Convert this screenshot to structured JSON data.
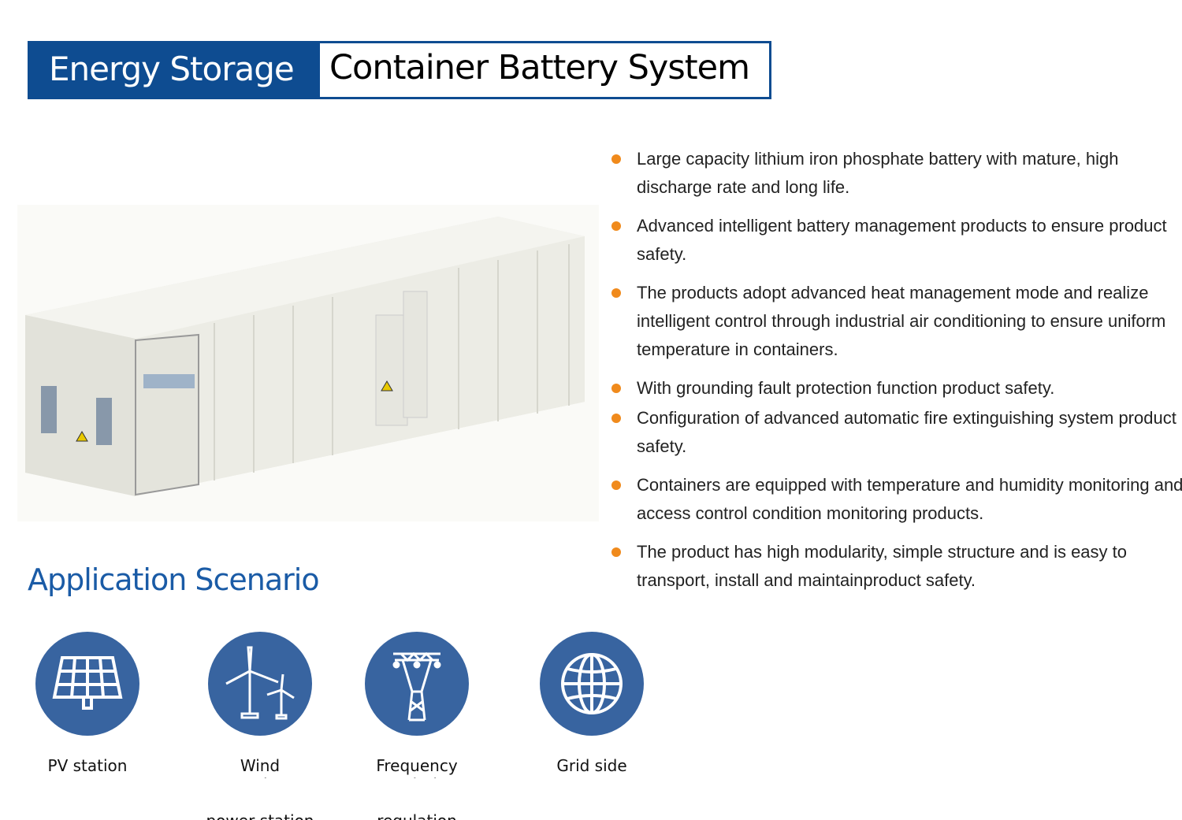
{
  "header": {
    "left": "Energy Storage",
    "right": "Container Battery System"
  },
  "colors": {
    "brand_blue": "#0e4c91",
    "bullet": "#f08a1c",
    "icon_circle": "#3864a0"
  },
  "features": [
    "Large capacity lithium iron phosphate battery with mature, high discharge rate and long life.",
    "Advanced intelligent battery management products to ensure product safety.",
    "The products adopt advanced heat management mode and realize intelligent control through industrial air conditioning to ensure uniform temperature in containers.",
    "With grounding fault protection function product safety.",
    "Configuration of advanced automatic fire extinguishing system product safety.",
    "Containers are equipped with temperature and humidity monitoring and access control condition monitoring products.",
    "The product has high modularity, simple structure and is easy to transport, install and maintainproduct safety."
  ],
  "application": {
    "title": "Application Scenario",
    "scenarios": [
      {
        "label": "PV station",
        "label2": "",
        "label3": "",
        "icon": "solar-panel-icon"
      },
      {
        "label": "Wind",
        "label2": "station",
        "label3": "power station",
        "icon": "wind-turbine-icon"
      },
      {
        "label": "Frequency",
        "label2": "regulation",
        "label3": "regulation",
        "icon": "transmission-tower-icon"
      },
      {
        "label": "Grid side",
        "label2": "",
        "label3": "",
        "icon": "globe-icon"
      }
    ]
  }
}
